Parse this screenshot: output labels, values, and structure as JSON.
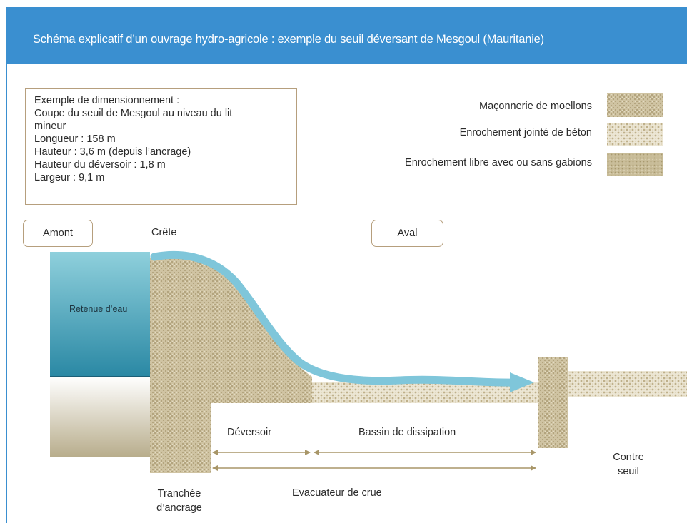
{
  "header": {
    "title": "Schéma explicatif d’un ouvrage hydro-agricole : exemple du seuil déversant de Mesgoul (Mauritanie)"
  },
  "infobox": {
    "lines": [
      "Exemple de dimensionnement :",
      "Coupe du seuil de Mesgoul au niveau du lit",
      "mineur",
      "Longueur : 158 m",
      "Hauteur : 3,6 m (depuis l’ancrage)",
      "Hauteur du déversoir : 1,8 m",
      "Largeur : 9,1 m"
    ]
  },
  "legend": {
    "items": [
      {
        "label": "Maçonnerie de moellons",
        "pattern": "masonry"
      },
      {
        "label": "Enrochement jointé de béton",
        "pattern": "jointed"
      },
      {
        "label": "Enrochement libre avec ou sans gabions",
        "pattern": "free"
      }
    ]
  },
  "labels": {
    "amont": "Amont",
    "aval": "Aval",
    "crete": "Crête",
    "retenue": "Retenue d’eau",
    "deversoir": "Déversoir",
    "bassin": "Bassin de dissipation",
    "evacuateur": "Evacuateur de crue",
    "tranchee_1": "Tranchée",
    "tranchee_2": "d’ancrage",
    "contre_1": "Contre",
    "contre_2": "seuil"
  },
  "colors": {
    "header": "#3a8fd0",
    "water_top": "#8fcfdb",
    "water_bottom": "#2d8aa6",
    "ground": "#c2b898",
    "masonry": "#cbbf9d",
    "flow_arrow": "#7fc6da",
    "dimension_line": "#a89668",
    "box_border": "#b69f7d"
  }
}
